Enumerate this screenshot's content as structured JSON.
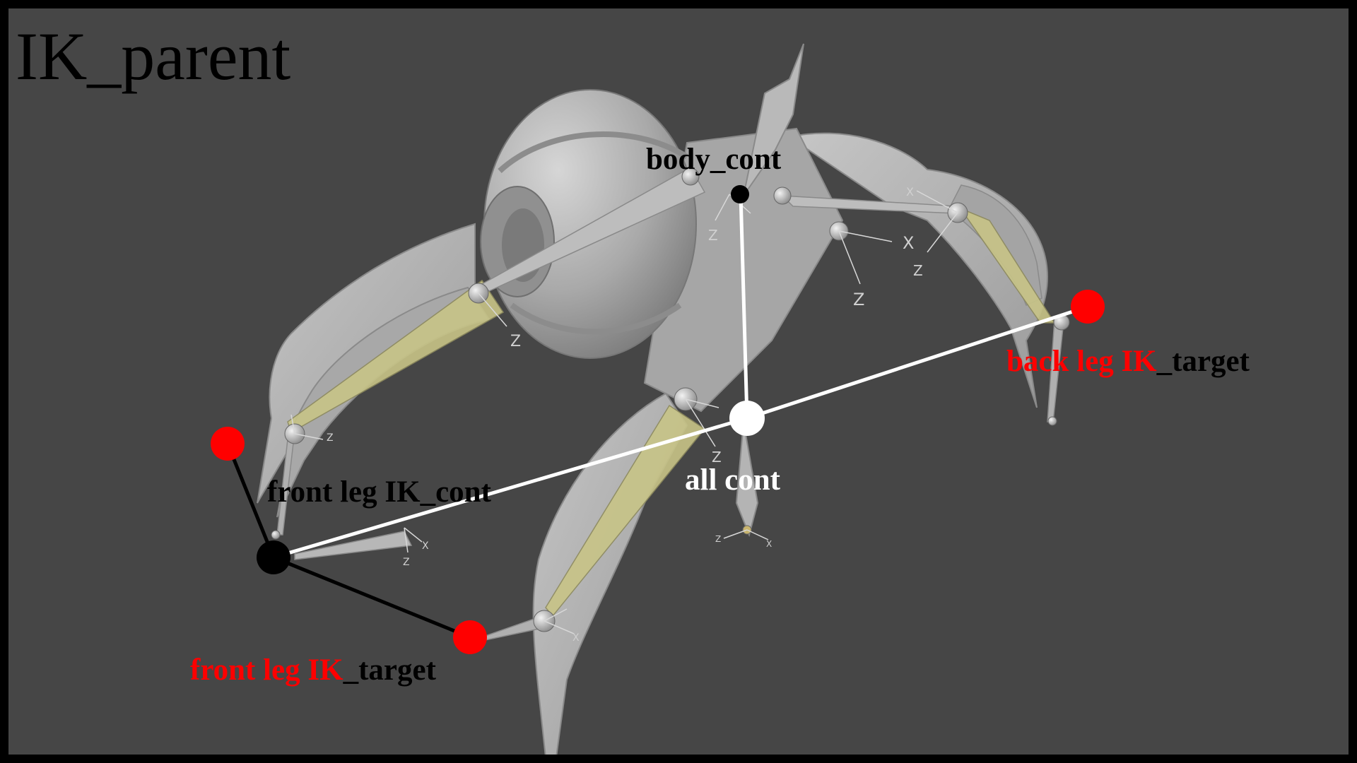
{
  "title": "IK_parent",
  "labels": {
    "body_cont": "body_cont",
    "all_cont": "all cont",
    "front_ik_cont": "front leg IK_cont",
    "back_ik_target_red": "back leg IK",
    "back_ik_target_black": "_target",
    "front_ik_target_red": "front leg IK",
    "front_ik_target_black": "_target"
  },
  "axis_letters": {
    "x": "X",
    "z": "Z"
  },
  "colors": {
    "background": "#464646",
    "border": "#000000",
    "mesh": "#b4b4b4",
    "bone_fill": "#c8c487",
    "ik_target": "#ff0000",
    "ik_cont": "#000000",
    "all_cont": "#ffffff"
  }
}
